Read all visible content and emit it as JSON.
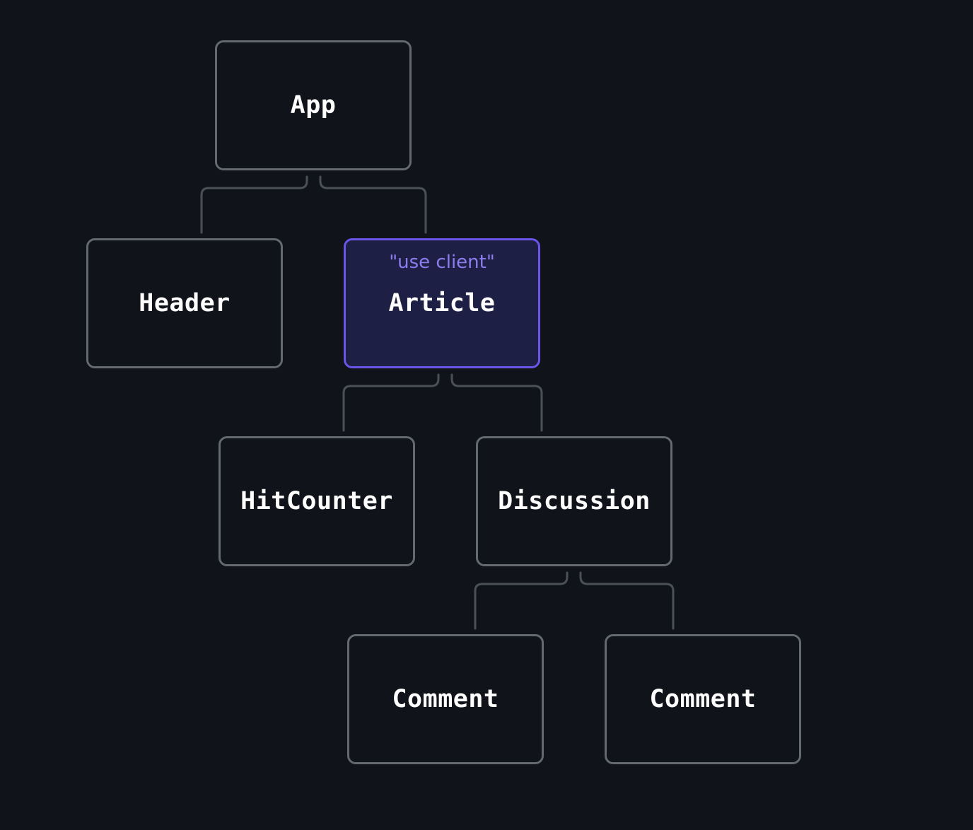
{
  "nodes": {
    "app": {
      "label": "App"
    },
    "header": {
      "label": "Header"
    },
    "article": {
      "label": "Article",
      "directive": "\"use client\""
    },
    "hitcounter": {
      "label": "HitCounter"
    },
    "discussion": {
      "label": "Discussion"
    },
    "comment_1": {
      "label": "Comment"
    },
    "comment_2": {
      "label": "Comment"
    }
  },
  "edges": [
    {
      "from": "App",
      "to": "Header"
    },
    {
      "from": "App",
      "to": "Article"
    },
    {
      "from": "Article",
      "to": "HitCounter"
    },
    {
      "from": "Article",
      "to": "Discussion"
    },
    {
      "from": "Discussion",
      "to": "Comment"
    },
    {
      "from": "Discussion",
      "to": "Comment"
    }
  ],
  "colors": {
    "background": "#10131a",
    "node_border": "#646871",
    "connector": "#4b5058",
    "client_border": "#6a55e8",
    "client_fill": "#1e1f44",
    "directive_text": "#8a7ef0"
  }
}
